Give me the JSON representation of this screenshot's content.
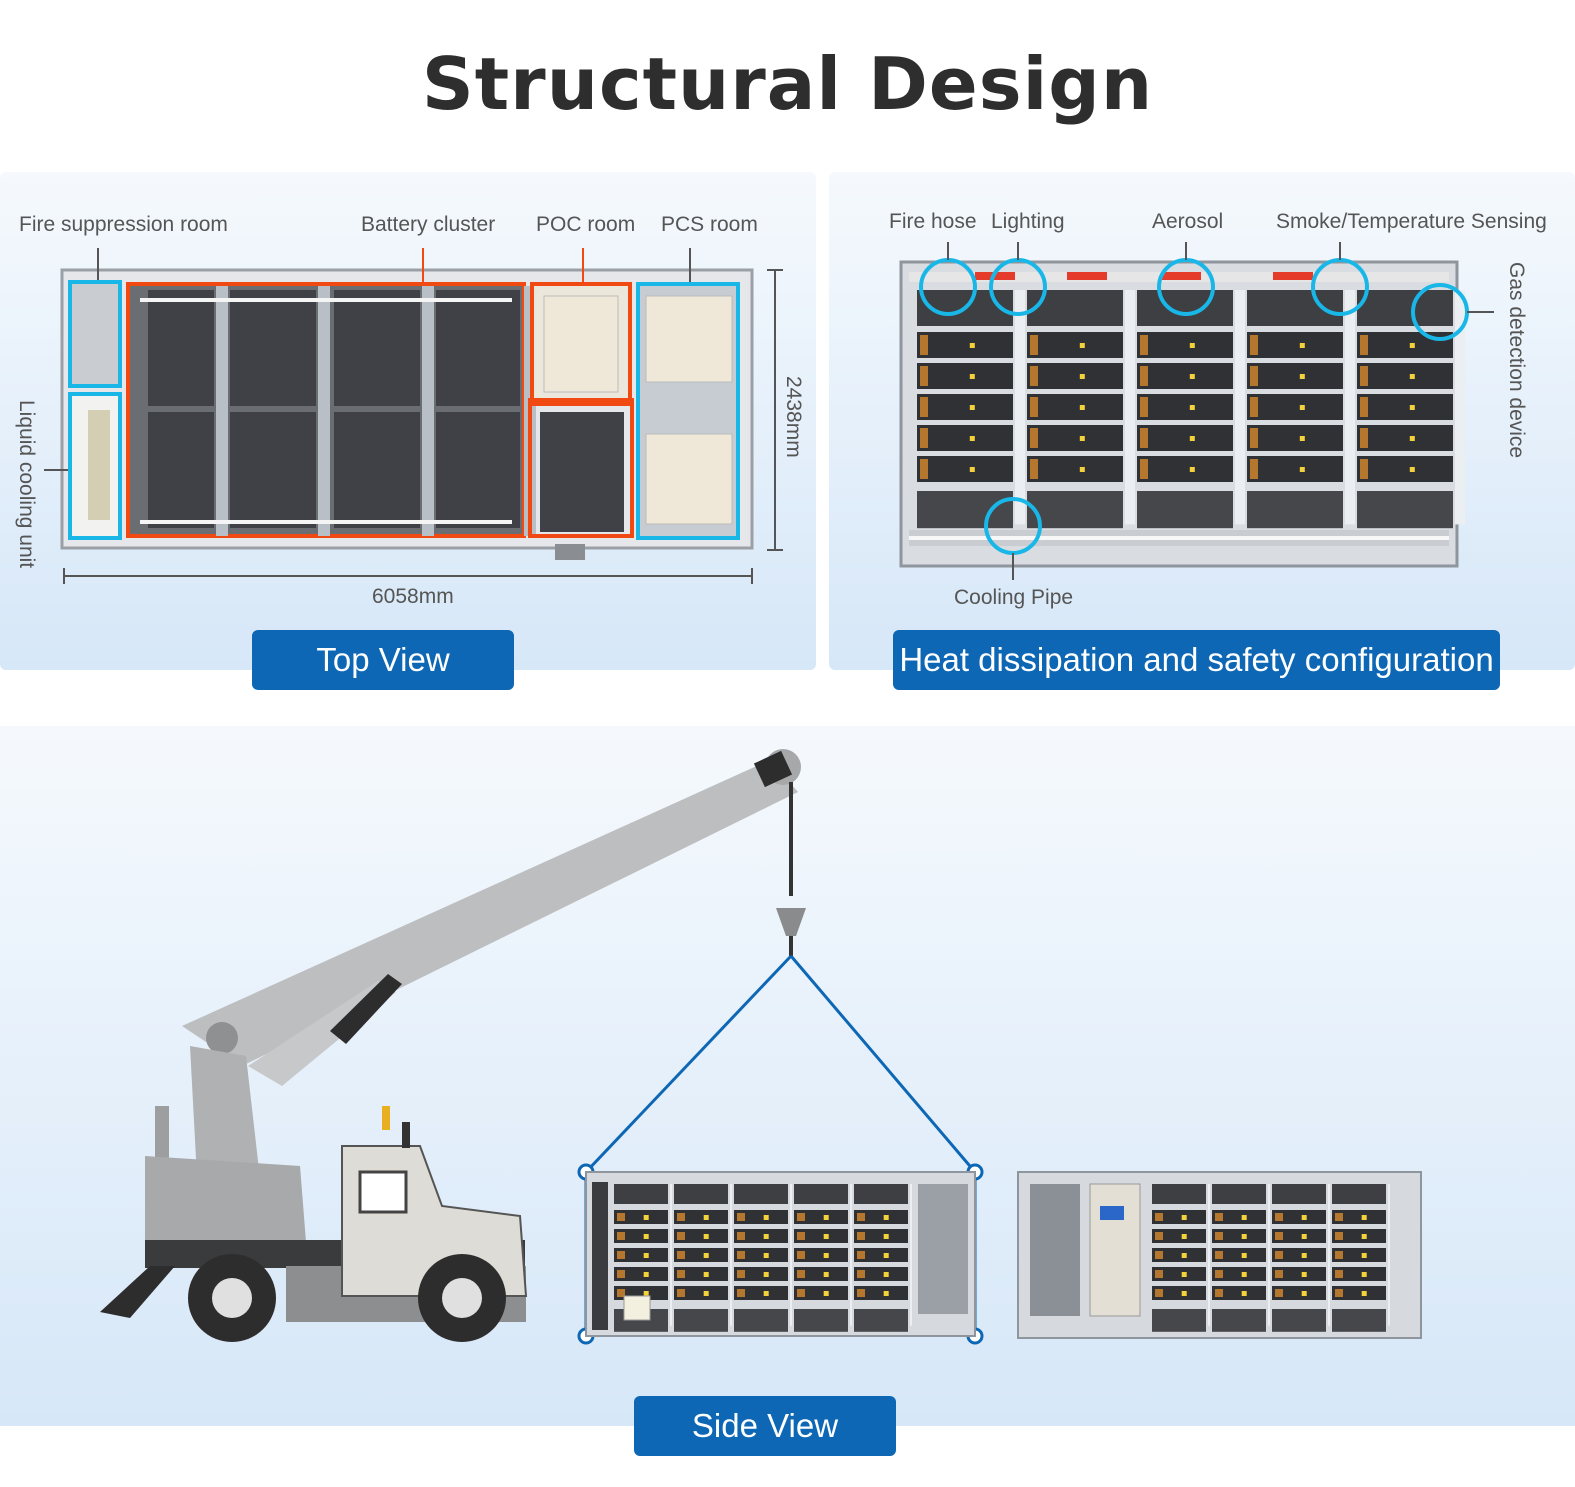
{
  "title": "Structural Design",
  "top_view": {
    "labels": {
      "fire_suppression": "Fire suppression room",
      "battery_cluster": "Battery cluster",
      "poc_room": "POC room",
      "pcs_room": "PCS room",
      "liquid_cooling": "Liquid cooling unit",
      "width_dim": "6058mm",
      "height_dim": "2438mm"
    },
    "caption": "Top View"
  },
  "heat_view": {
    "labels": {
      "fire_hose": "Fire hose",
      "lighting": "Lighting",
      "aerosol": "Aerosol",
      "smoke_temp": "Smoke/Temperature Sensing",
      "gas_detection": "Gas detection device",
      "cooling_pipe": "Cooling Pipe"
    },
    "caption": "Heat dissipation and safety configuration"
  },
  "side_view": {
    "caption": "Side View"
  },
  "colors": {
    "accent_blue": "#0d67b5",
    "highlight_cyan": "#19b7e8",
    "highlight_orange": "#f04a12"
  }
}
